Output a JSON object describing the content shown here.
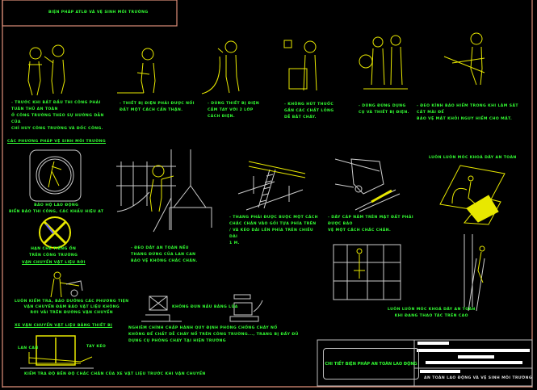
{
  "header": {
    "title": "BIỆN PHÁP ATLĐ VÀ VỆ SINH MÔI TRƯỜNG"
  },
  "row1_captions": [
    [
      "- TRƯỚC KHI BẮT ĐẦU THI CÔNG PHẢI TUÂN THỦ AN TOÀN",
      "Ở CÔNG TRƯỜNG THEO SỰ HƯỚNG DẪN CỦA",
      "CHỈ HUY CÔNG TRƯỜNG VÀ ĐỐC CÔNG."
    ],
    [
      "- THIẾT BỊ ĐIỆN PHẢI ĐƯỢC NỐI",
      "ĐẤT MỘT CÁCH CẨN THẬN."
    ],
    [
      "- DÙNG THIẾT BỊ ĐIỆN",
      "CẦM TAY VỚI 2 LỚP",
      "CÁCH ĐIỆN."
    ],
    [
      "- KHÔNG HÚT THUỐC",
      "GẦN CÁC CHẤT LỎNG",
      "DỄ BẮT CHÁY."
    ],
    [
      "- DÙNG ĐÚNG DỤNG",
      "CỤ VÀ THIẾT BỊ ĐIỆN."
    ],
    [
      "- ĐEO KÍNH BẢO HIỂM TRONG KHI LÀM SẮT CẮT MÀI ĐỂ",
      "BẢO VỆ MẮT KHỎI NGUY HIỂM CHO MẮT."
    ]
  ],
  "section_env": "CÁC PHƯƠNG PHÁP VỆ SINH MÔI TRƯỜNG",
  "sign_safety": [
    "BẢO HỘ LAO ĐỘNG",
    "BIỂN BÁO THI CÔNG, CÁC KHẨU HIỆU AT"
  ],
  "sign_noise": [
    "HẠN CHẾ TIẾNG ỒN",
    "TRÊN CÔNG TRƯỜNG"
  ],
  "transport_heading": "VẬN CHUYỂN VẬT LIỆU RỜI",
  "transport_caption": [
    "LUÔN KIỂM TRA, BẢO DƯỠNG CÁC PHƯƠNG TIỆN",
    "VẬN CHUYỂN ĐẢM BẢO VẬT LIỆU KHÔNG",
    "RƠI VÃI TRÊN ĐƯỜNG VẬN CHUYỂN"
  ],
  "cart_heading": "XE VẬN CHUYỂN VẬT LIỆU BẰNG THIẾT BỊ",
  "cart_labels": {
    "left": "LAN CAN",
    "right": "TAY KÉO"
  },
  "cart_caption": "KIỂM TRA ĐỘ BỀN ĐỘ CHẮC CHẮN CỦA XE VẬT LIỆU TRƯỚC KHI VẬN CHUYỂN",
  "scaffold_caption": [
    "- ĐEO DÂY AN TOÀN NẾU",
    "THANG ĐỨNG CỦA LAN CAN",
    "BẢO VỆ KHÔNG CHẮC CHẮN."
  ],
  "ladder_caption": [
    "- THANG PHẢI ĐƯỢC BUỘC MỘT CÁCH",
    "CHẮC CHẮN VÀO GỐI TỰA PHÍA TRÊN",
    "/ VÀ KÉO DÀI LÊN PHÍA TRÊN CHIỀU DÀI",
    "1 M."
  ],
  "cable_caption": [
    "- DÂY CÁP NẰM TRÊN MẶT ĐẤT PHẢI ĐƯỢC BẢO",
    "VỆ MỘT CÁCH CHẮC CHẮN."
  ],
  "harness_caption": "LUÔN LUÔN MÓC KHOÁ DÂY AN TOÀN",
  "fire_label": "KHÔNG ĐUN NẤU BẰNG LỬA",
  "fire_caption": [
    "NGHIÊM CHỈNH CHẤP HÀNH QUY ĐỊNH PHÒNG CHỐNG CHÁY NỔ",
    "KHÔNG ĐỂ CHẤT DỄ CHÁY NỔ TRÊN CÔNG TRƯỜNG..., TRANG BỊ ĐẦY ĐỦ",
    "DỤNG CỤ PHÒNG CHÁY TẠI HIỆN TRƯỜNG"
  ],
  "height_caption": [
    "LUÔN LUÔN MÓC KHOÁ DÂY AN TOÀN",
    "KHI ĐANG THAO TÁC TRÊN CAO"
  ],
  "title_block": {
    "drawing_title": "CHI TIẾT BIỆN PHÁP AN TOÀN LAO ĐỘNG",
    "sheet_name": "AN TOÀN LAO ĐỘNG VÀ VỆ SINH MÔI TRƯỜNG"
  },
  "colors": {
    "frame": "#e0907a",
    "text": "#33ff33",
    "drawing": "#e8e800",
    "line": "#cccccc"
  }
}
